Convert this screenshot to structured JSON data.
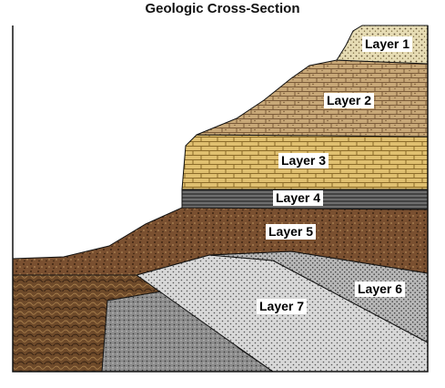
{
  "title": "Geologic Cross-Section",
  "layers": [
    {
      "id": "layer1",
      "label": "Layer 1",
      "rock": "tan speckled",
      "color": "#e6dcb4"
    },
    {
      "id": "layer2",
      "label": "Layer 2",
      "rock": "brown brick",
      "color": "#c8a878"
    },
    {
      "id": "layer3",
      "label": "Layer 3",
      "rock": "yellow brick",
      "color": "#e0c070"
    },
    {
      "id": "layer4",
      "label": "Layer 4",
      "rock": "dark gray striped",
      "color": "#6e6e6e"
    },
    {
      "id": "layer5",
      "label": "Layer 5",
      "rock": "dark brown speckled",
      "color": "#7a5030"
    },
    {
      "id": "layer6",
      "label": "Layer 6",
      "rock": "light gray dotted",
      "color": "#bebebe"
    },
    {
      "id": "layer7",
      "label": "Layer 7",
      "rock": "light gray dotted",
      "color": "#d8d8d8"
    }
  ],
  "colors": {
    "bedrock": "#6e4a2a",
    "intrusion": "#8c8c8c",
    "outline": "#111111"
  }
}
